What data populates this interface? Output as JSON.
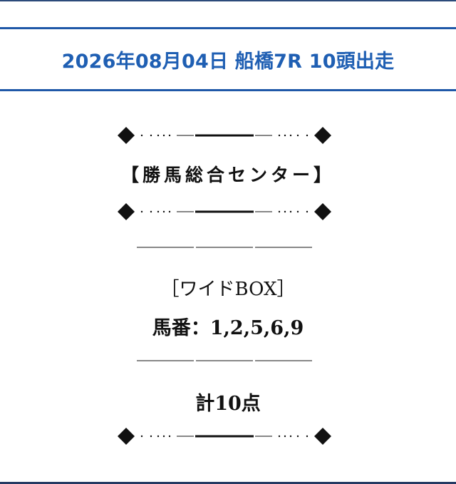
{
  "header": {
    "title": "2026年08月04日 船橋7R 10頭出走"
  },
  "brand": "【勝馬総合センター】",
  "bet": {
    "type_label": "［ワイドBOX］",
    "horses_label": "馬番：1,2,5,6,9",
    "total_label": "計10点"
  },
  "colors": {
    "accent": "#1f5fb3",
    "text": "#111111"
  },
  "icons": {
    "ornament": "diamond-dotted-divider-icon",
    "separator": "triple-line-separator-icon"
  }
}
